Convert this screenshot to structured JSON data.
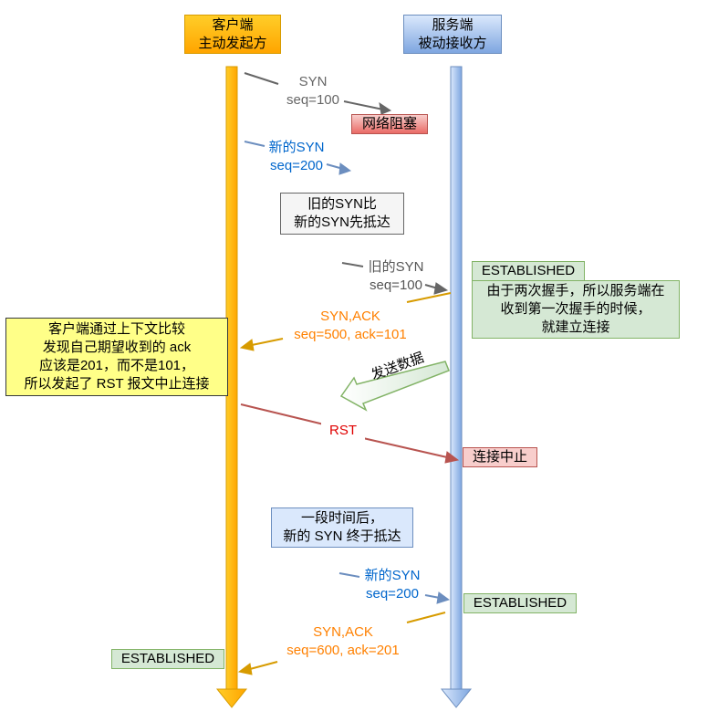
{
  "colors": {
    "client_lifeline": "#ffb000",
    "server_lifeline": "#7ea6e0",
    "gray": "#666666",
    "blue": "#0066cc",
    "blue_arrow": "#6c8ebf",
    "orange": "#ff8000",
    "orange_arrow": "#d79b00",
    "red": "#b85450",
    "green_fill": "#d5e8d4",
    "green_stroke": "#82b366",
    "red_fill": "#f8cecc",
    "blue_fill": "#dae8fc"
  },
  "client": {
    "title": "客户端\n主动发起方"
  },
  "server": {
    "title": "服务端\n被动接收方"
  },
  "messages": {
    "syn1": "SYN\nseq=100",
    "network_block": "网络阻塞",
    "new_syn1": "新的SYN\nseq=200",
    "old_arrives_note": "旧的SYN比\n新的SYN先抵达",
    "old_syn": "旧的SYN\nseq=100",
    "server_established_1": "ESTABLISHED",
    "server_note": "由于两次握手，所以服务端在\n收到第一次握手的时候，\n就建立连接",
    "synack1": "SYN,ACK\nseq=500, ack=101",
    "client_note": "客户端通过上下文比较\n发现自己期望收到的 ack\n应该是201，而不是101，\n所以发起了 RST 报文中止连接",
    "send_data": "发送数据",
    "rst": "RST",
    "conn_abort": "连接中止",
    "later_note": "一段时间后，\n新的 SYN 终于抵达",
    "new_syn2": "新的SYN\nseq=200",
    "server_established_2": "ESTABLISHED",
    "synack2": "SYN,ACK\nseq=600, ack=201",
    "client_established": "ESTABLISHED"
  }
}
